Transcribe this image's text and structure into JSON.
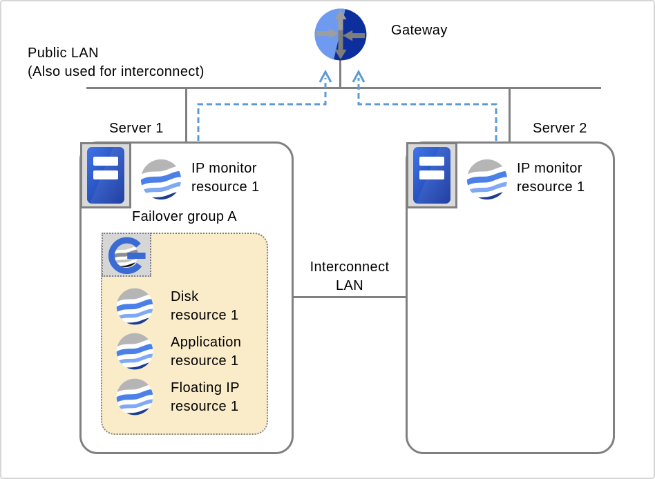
{
  "gateway": {
    "label": "Gateway",
    "icon": "router-icon"
  },
  "public_lan": {
    "line1": "Public LAN",
    "line2": "(Also used for interconnect)"
  },
  "interconnect_lan": {
    "line1": "Interconnect",
    "line2": "LAN"
  },
  "servers": [
    {
      "label": "Server 1",
      "icon": "server-icon",
      "resources": [
        {
          "icon": "monitor-resource-icon",
          "line1": "IP monitor",
          "line2": "resource 1"
        }
      ]
    },
    {
      "label": "Server 2",
      "icon": "server-icon",
      "resources": [
        {
          "icon": "monitor-resource-icon",
          "line1": "IP monitor",
          "line2": "resource 1"
        }
      ]
    }
  ],
  "failover_group": {
    "label": "Failover group A",
    "icon": "group-g-icon",
    "resources": [
      {
        "icon": "disk-resource-icon",
        "line1": "Disk",
        "line2": "resource 1"
      },
      {
        "icon": "application-resource-icon",
        "line1": "Application",
        "line2": "resource 1"
      },
      {
        "icon": "floating-ip-resource-icon",
        "line1": "Floating IP",
        "line2": "resource 1"
      }
    ]
  },
  "colors": {
    "line_gray": "#808080",
    "dashed_arrow_blue": "#5b9bd5",
    "group_fill": "#faecc9",
    "gateway_blue_light": "#6e9af0",
    "gateway_blue_dark": "#0d2f9e",
    "server_tower_blue": "#2a58cf",
    "sphere_gray": "#b5b5b5",
    "sphere_blue": "#4a80e8",
    "sphere_light_blue": "#7fa9f5",
    "sphere_navy": "#1b3d8f",
    "group_g_blue": "#3a6ad4"
  }
}
